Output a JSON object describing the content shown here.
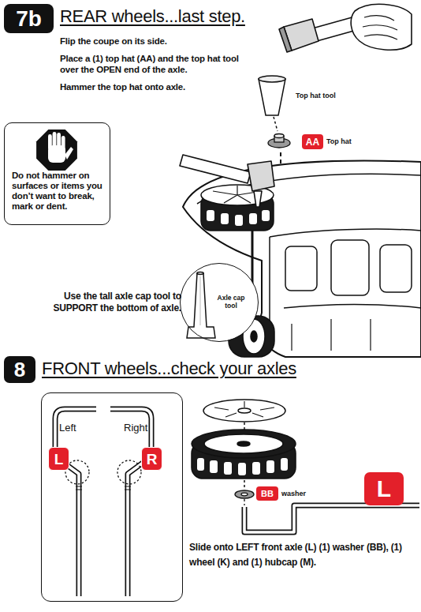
{
  "diagram": {
    "nodes": [
      {
        "text": [
          "7b",
          "REAR wheels...last step."
        ]
      },
      {
        "text": [
          "Do not hammer on surfaces or items you don’t want to break, mark or dent."
        ]
      },
      {
        "text": [
          "AA",
          "Top hat"
        ]
      },
      {
        "text": [
          "Axle cap tool"
        ]
      },
      {
        "text": [
          "8",
          "FRONT wheels...check your axles"
        ]
      },
      {
        "text": [
          "Left",
          "Right"
        ]
      },
      {
        "text": [
          "L"
        ],
        "in": 5
      },
      {
        "text": [
          "R"
        ],
        "in": 5
      },
      {
        "text": [
          "BB",
          "washer"
        ]
      },
      {
        "text": [
          "L"
        ]
      }
    ],
    "labels": [
      "Flip the coupe on its side.",
      "Place a (1) top hat (AA) and the top hat tool over the OPEN end of the axle.",
      "Hammer the top hat onto axle.",
      "Top hat tool",
      "Use the tall axle cap tool to SUPPORT the bottom of axle.",
      "Slide onto LEFT front axle (L) (1) washer (BB), (1) wheel (K) and (1) hubcap (M)."
    ]
  }
}
